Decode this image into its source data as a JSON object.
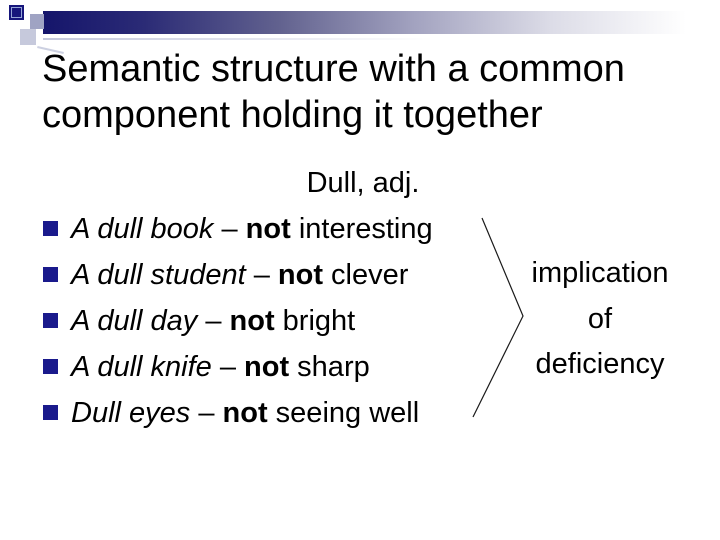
{
  "slide": {
    "title": "Semantic structure with a common component holding it together",
    "heading": "Dull, adj.",
    "bullets": [
      {
        "term": "A dull book",
        "dash": " – ",
        "neg": "not",
        "rest": " interesting"
      },
      {
        "term": "A dull student",
        "dash": " – ",
        "neg": "not",
        "rest": " clever"
      },
      {
        "term": "A dull day",
        "dash": " – ",
        "neg": "not",
        "rest": " bright"
      },
      {
        "term": "A dull knife",
        "dash": " – ",
        "neg": "not",
        "rest": " sharp"
      },
      {
        "term": "Dull eyes",
        "dash": " – ",
        "neg": "not",
        "rest": " seeing well"
      }
    ],
    "side_label": {
      "line1": "implication",
      "line2": "of",
      "line3": "deficiency"
    },
    "colors": {
      "bullet_navy": "#1a1a8c",
      "bar_dark_navy": "#15156b",
      "square_navy": "#16167c",
      "square_gray": "#9fa3c3",
      "square_lavender": "#c6c9dc",
      "text": "#000000",
      "background": "#ffffff"
    }
  }
}
